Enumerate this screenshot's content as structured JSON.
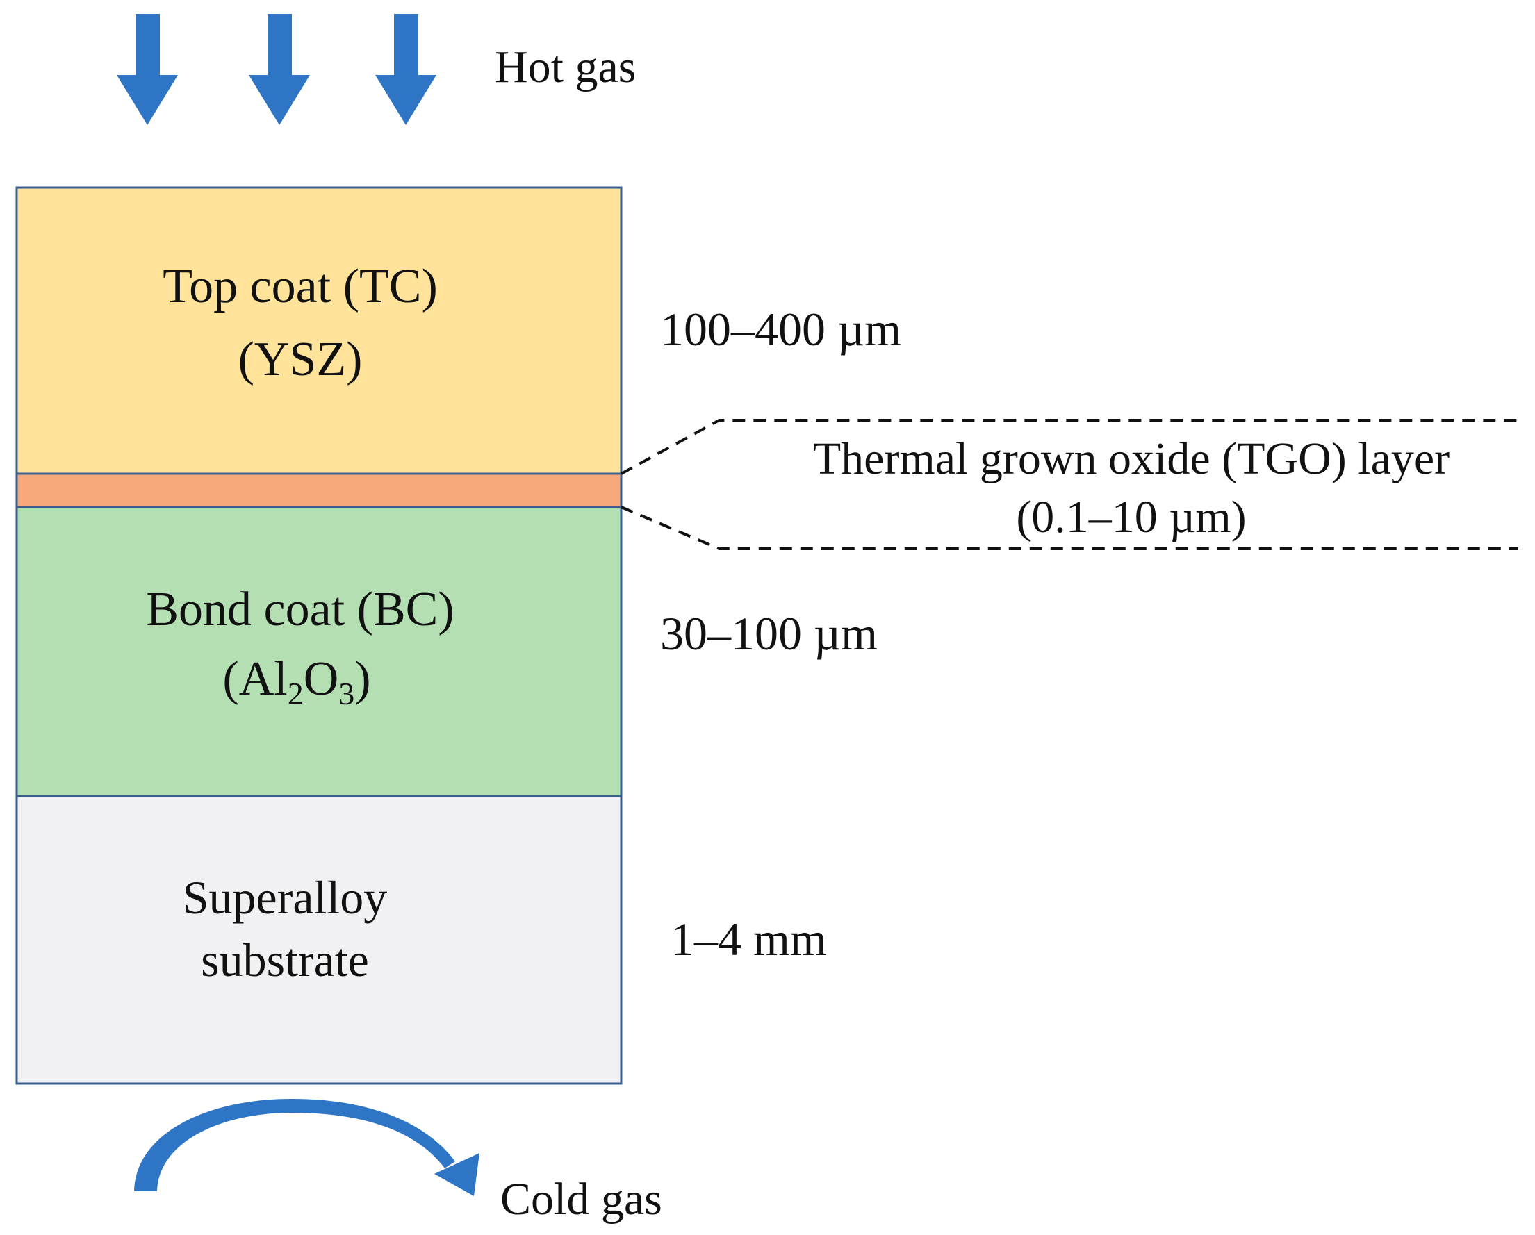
{
  "hot_gas": {
    "label": "Hot gas",
    "arrow_icon": "down-arrow-icon",
    "arrow_count": 3,
    "arrow_color": "#2E75C6"
  },
  "layers": {
    "top_coat": {
      "line1": "Top coat (TC)",
      "line2": "(YSZ)",
      "thickness": "100–400 µm",
      "color": "#FFE39B"
    },
    "tgo": {
      "color": "#F7A97B",
      "label_line1": "Thermal grown oxide (TGO) layer",
      "label_line2": "(0.1–10 µm)"
    },
    "bond_coat": {
      "line1": "Bond coat (BC)",
      "formula_pre": "(Al",
      "formula_sub1": "2",
      "formula_mid": "O",
      "formula_sub2": "3",
      "formula_post": ")",
      "thickness": "30–100 µm",
      "color": "#B3DFB3"
    },
    "substrate": {
      "line1": "Superalloy",
      "line2": "substrate",
      "thickness": "1–4 mm",
      "color": "#F1F1F3"
    }
  },
  "cold_gas": {
    "label": "Cold gas",
    "arrow_icon": "curved-arrow-icon",
    "arrow_color": "#2E75C6"
  },
  "colors": {
    "layer_border": "#3A5F8F"
  }
}
